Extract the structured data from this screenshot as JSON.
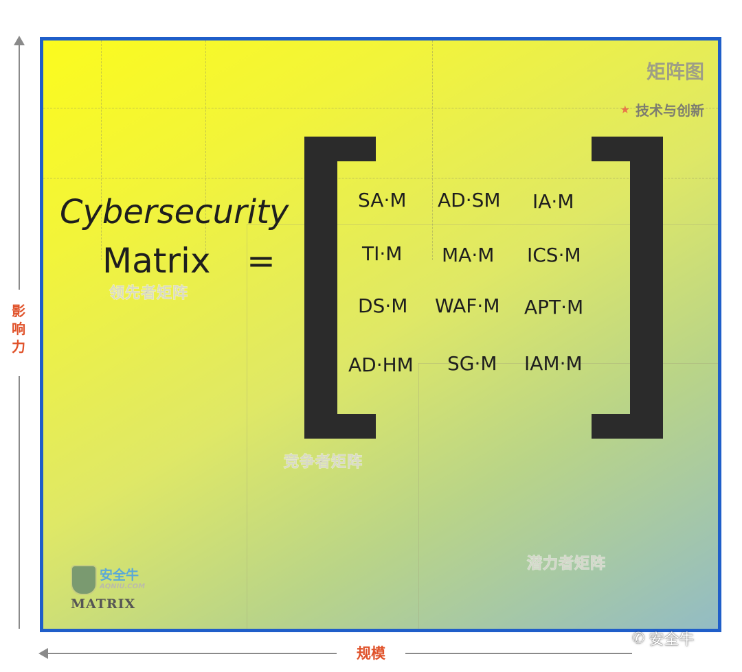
{
  "axes": {
    "y_label": "影响力",
    "x_label": "规模"
  },
  "panel": {
    "title": "矩阵图",
    "legend": "技术与创新",
    "quadrants": {
      "leader": "领先者矩阵",
      "competitor": "竞争者矩阵",
      "potential": "潜力者矩阵"
    }
  },
  "equation": {
    "word1": "Cybersecurity",
    "word2": "Matrix",
    "sign": "="
  },
  "matrix_cells": [
    [
      "SA·M",
      "AD·SM",
      "IA·M"
    ],
    [
      "TI·M",
      "MA·M",
      "ICS·M"
    ],
    [
      "DS·M",
      "WAF·M",
      "APT·M"
    ],
    [
      "AD·HM",
      "SG·M",
      "IAM·M"
    ]
  ],
  "logo": {
    "name": "安全牛",
    "url": "AQNIU.COM",
    "sub": "MATRIX"
  },
  "watermark": "安全牛",
  "colors": {
    "axis_label": "#e0522a",
    "panel_border": "#1f5ec9",
    "bracket": "#2b2b2b"
  }
}
